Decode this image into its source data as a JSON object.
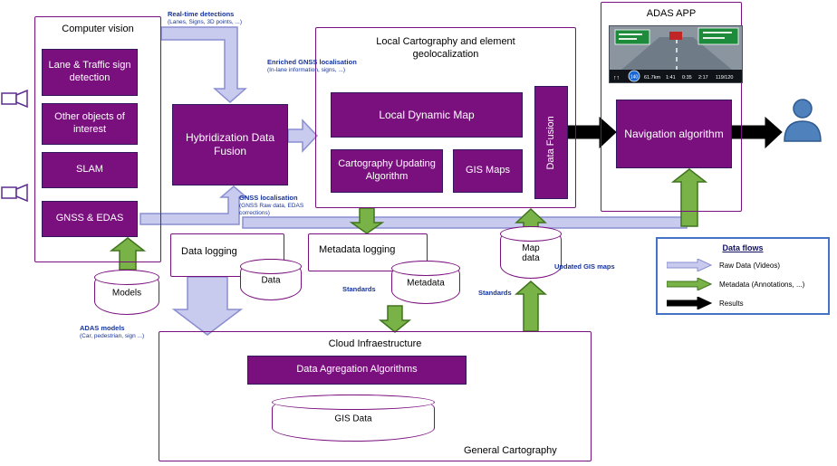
{
  "colors": {
    "purple": "#7a0f7e",
    "raw_data_lavender": "#c9cbee",
    "metadata_green": "#79b347",
    "results_black": "#000000",
    "annotation_blue": "#16349c",
    "legend_border_blue": "#4472c4"
  },
  "computer_vision": {
    "title": "Computer vision",
    "items": [
      {
        "label": "Lane & Traffic sign detection"
      },
      {
        "label": "Other objects of interest"
      },
      {
        "label": "SLAM"
      },
      {
        "label": "GNSS & EDAS"
      }
    ]
  },
  "hybridization": {
    "label": "Hybridization Data Fusion"
  },
  "local_cartography": {
    "title": "Local Cartography and element geolocalization",
    "local_dynamic_map": "Local Dynamic Map",
    "cartography_updating": "Cartography Updating Algorithm",
    "gis_maps": "GIS Maps",
    "data_fusion": "Data Fusion"
  },
  "adas_app": {
    "title": "ADAS APP",
    "navigation": "Navigation algorithm",
    "nav_screen": {
      "lanes": "↑↑",
      "speed": "140",
      "dist": "61.7km",
      "eta": "1:41",
      "t2": "0:35",
      "t3": "2:17",
      "marker": "119/120"
    }
  },
  "logging": {
    "data_logging": "Data logging",
    "data_cyl": "Data",
    "metadata_logging": "Metadata logging",
    "metadata_cyl": "Metadata",
    "map_data_cyl": "Map data",
    "models_cyl": "Models"
  },
  "cloud": {
    "title": "Cloud Infraestructure",
    "aggregation": "Data Agregation Algorithms",
    "gis_data": "GIS Data",
    "general_cartography": "General Cartography"
  },
  "annotations": {
    "realtime_title": "Real-time detections",
    "realtime_sub": "(Lanes, Signs, 3D points, ...)",
    "enriched_title": "Enriched GNSS localisation",
    "enriched_sub": "(In-lane information, signs, ...)",
    "gnss_title": "GNSS localisation",
    "gnss_sub": "(GNSS Raw data, EDAS corrections)",
    "adas_models_title": "ADAS models",
    "adas_models_sub": "(Car, pedestrian, sign ...)",
    "standards_left": "Standards",
    "standards_right": "Standards",
    "updated_gis": "Updated GIS maps"
  },
  "legend": {
    "title": "Data flows",
    "items": [
      {
        "label": "Raw Data (Videos)",
        "color": "#c9cbee"
      },
      {
        "label": "Metadata (Annotations, ...)",
        "color": "#79b347"
      },
      {
        "label": "Results",
        "color": "#000000"
      }
    ]
  }
}
